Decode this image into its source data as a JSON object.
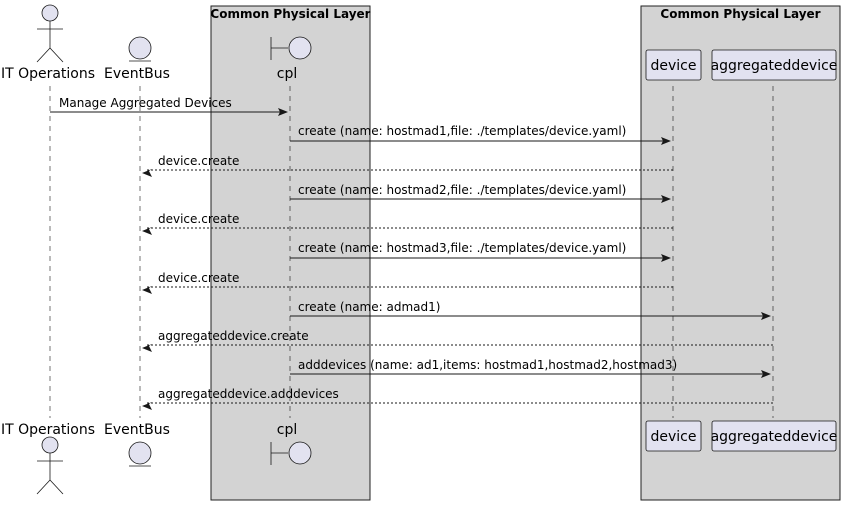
{
  "groups": [
    {
      "title": "Common Physical Layer"
    },
    {
      "title": "Common Physical Layer"
    }
  ],
  "participants": [
    {
      "id": "itops",
      "label": "IT Operations",
      "kind": "actor"
    },
    {
      "id": "eventbus",
      "label": "EventBus",
      "kind": "entity"
    },
    {
      "id": "cpl",
      "label": "cpl",
      "kind": "boundary"
    },
    {
      "id": "device",
      "label": "device",
      "kind": "participant"
    },
    {
      "id": "aggregateddevice",
      "label": "aggregateddevice",
      "kind": "participant"
    }
  ],
  "messages": [
    {
      "text": "Manage Aggregated Devices",
      "from": "itops",
      "to": "cpl",
      "style": "sync"
    },
    {
      "text": "create (name: hostmad1,file: ./templates/device.yaml)",
      "from": "cpl",
      "to": "device",
      "style": "sync"
    },
    {
      "text": "device.create",
      "from": "device",
      "to": "eventbus",
      "style": "return"
    },
    {
      "text": "create (name: hostmad2,file: ./templates/device.yaml)",
      "from": "cpl",
      "to": "device",
      "style": "sync"
    },
    {
      "text": "device.create",
      "from": "device",
      "to": "eventbus",
      "style": "return"
    },
    {
      "text": "create (name: hostmad3,file: ./templates/device.yaml)",
      "from": "cpl",
      "to": "device",
      "style": "sync"
    },
    {
      "text": "device.create",
      "from": "device",
      "to": "eventbus",
      "style": "return"
    },
    {
      "text": "create (name: admad1)",
      "from": "cpl",
      "to": "aggregateddevice",
      "style": "sync"
    },
    {
      "text": "aggregateddevice.create",
      "from": "aggregateddevice",
      "to": "eventbus",
      "style": "return"
    },
    {
      "text": "adddevices (name: ad1,items: hostmad1,hostmad2,hostmad3)",
      "from": "cpl",
      "to": "aggregateddevice",
      "style": "sync"
    },
    {
      "text": "aggregateddevice.adddevices",
      "from": "aggregateddevice",
      "to": "eventbus",
      "style": "return"
    }
  ],
  "colors": {
    "group_fill": "#d3d3d3",
    "group_stroke": "#222222",
    "participant_fill": "#e2e2f0",
    "participant_stroke": "#181818",
    "lifeline": "#181818",
    "arrow": "#181818"
  }
}
